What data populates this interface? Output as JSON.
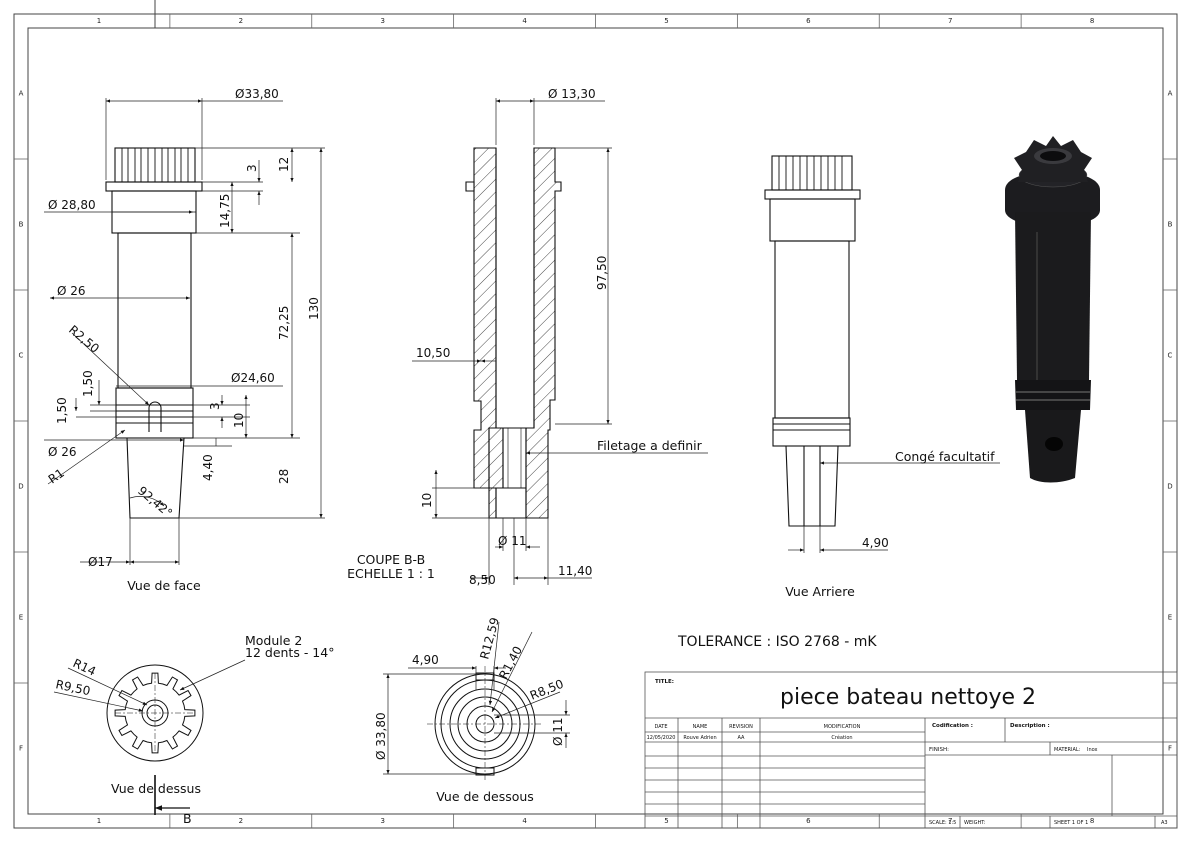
{
  "zones": {
    "columns": [
      "1",
      "2",
      "3",
      "4",
      "5",
      "6",
      "7",
      "8"
    ],
    "rows": [
      "A",
      "B",
      "C",
      "D",
      "E",
      "F"
    ]
  },
  "dimensions": {
    "front": {
      "d_33_80": "Ø33,80",
      "d_28_80": "Ø 28,80",
      "d_26_top": "Ø 26",
      "r_2_50": "R2,50",
      "v_1_50": "1,50",
      "v_1_50b": "1,50",
      "d_24_60": "Ø24,60",
      "d_26_bottom": "Ø 26",
      "r_1": "R1",
      "angle": "92,42°",
      "d_17": "Ø17",
      "v_3_top": "3",
      "v_12": "12",
      "v_14_75": "14,75",
      "v_72_25": "72,25",
      "v_130": "130",
      "v_3_mid": "3",
      "v_10": "10",
      "v_4_40": "4,40",
      "v_28": "28"
    },
    "section": {
      "d_13_30": "Ø 13,30",
      "v_97_50": "97,50",
      "h_10_50": "10,50",
      "v_10": "10",
      "d_11": "Ø 11",
      "h_8_50": "8,50",
      "h_11_40": "11,40"
    },
    "rear": {
      "h_4_90": "4,90"
    },
    "top_view": {
      "r_14": "R14",
      "r_9_50": "R9,50"
    },
    "bottom_view": {
      "h_4_90": "4,90",
      "r_12_59": "R12,59",
      "r_1_40": "R1,40",
      "r_8_50": "R8,50",
      "d_33_80": "Ø 33,80",
      "d_11": "Ø 11"
    }
  },
  "labels": {
    "vue_face": "Vue de face",
    "coupe_line1": "COUPE B-B",
    "coupe_line2": "ECHELLE 1 : 1",
    "vue_arriere": "Vue Arriere",
    "vue_dessus": "Vue de dessus",
    "vue_dessous": "Vue de dessous",
    "module_line1": "Module 2",
    "module_line2": "12 dents - 14°",
    "filetage": "Filetage a definir",
    "conge": "Congé facultatif",
    "tolerance": "TOLERANCE : ISO 2768 - mK",
    "section_marker": "B"
  },
  "title_block": {
    "title_label": "TITLE:",
    "title": "piece bateau nettoye 2",
    "headers": {
      "date": "DATE",
      "name": "NAME",
      "revision": "REVISION",
      "modification": "MODIFICATION"
    },
    "row": {
      "date": "12/05/2020",
      "name": "Rouve Adrien",
      "revision": "AA",
      "modification": "Création"
    },
    "codification_label": "Codification :",
    "description_label": "Description :",
    "finish_label": "FINISH:",
    "material_label": "MATERIAL:",
    "material_value": "Inox",
    "scale": "SCALE: 1:5",
    "weight_label": "WEIGHT:",
    "sheet": "SHEET 1 OF 1",
    "size": "A3"
  }
}
